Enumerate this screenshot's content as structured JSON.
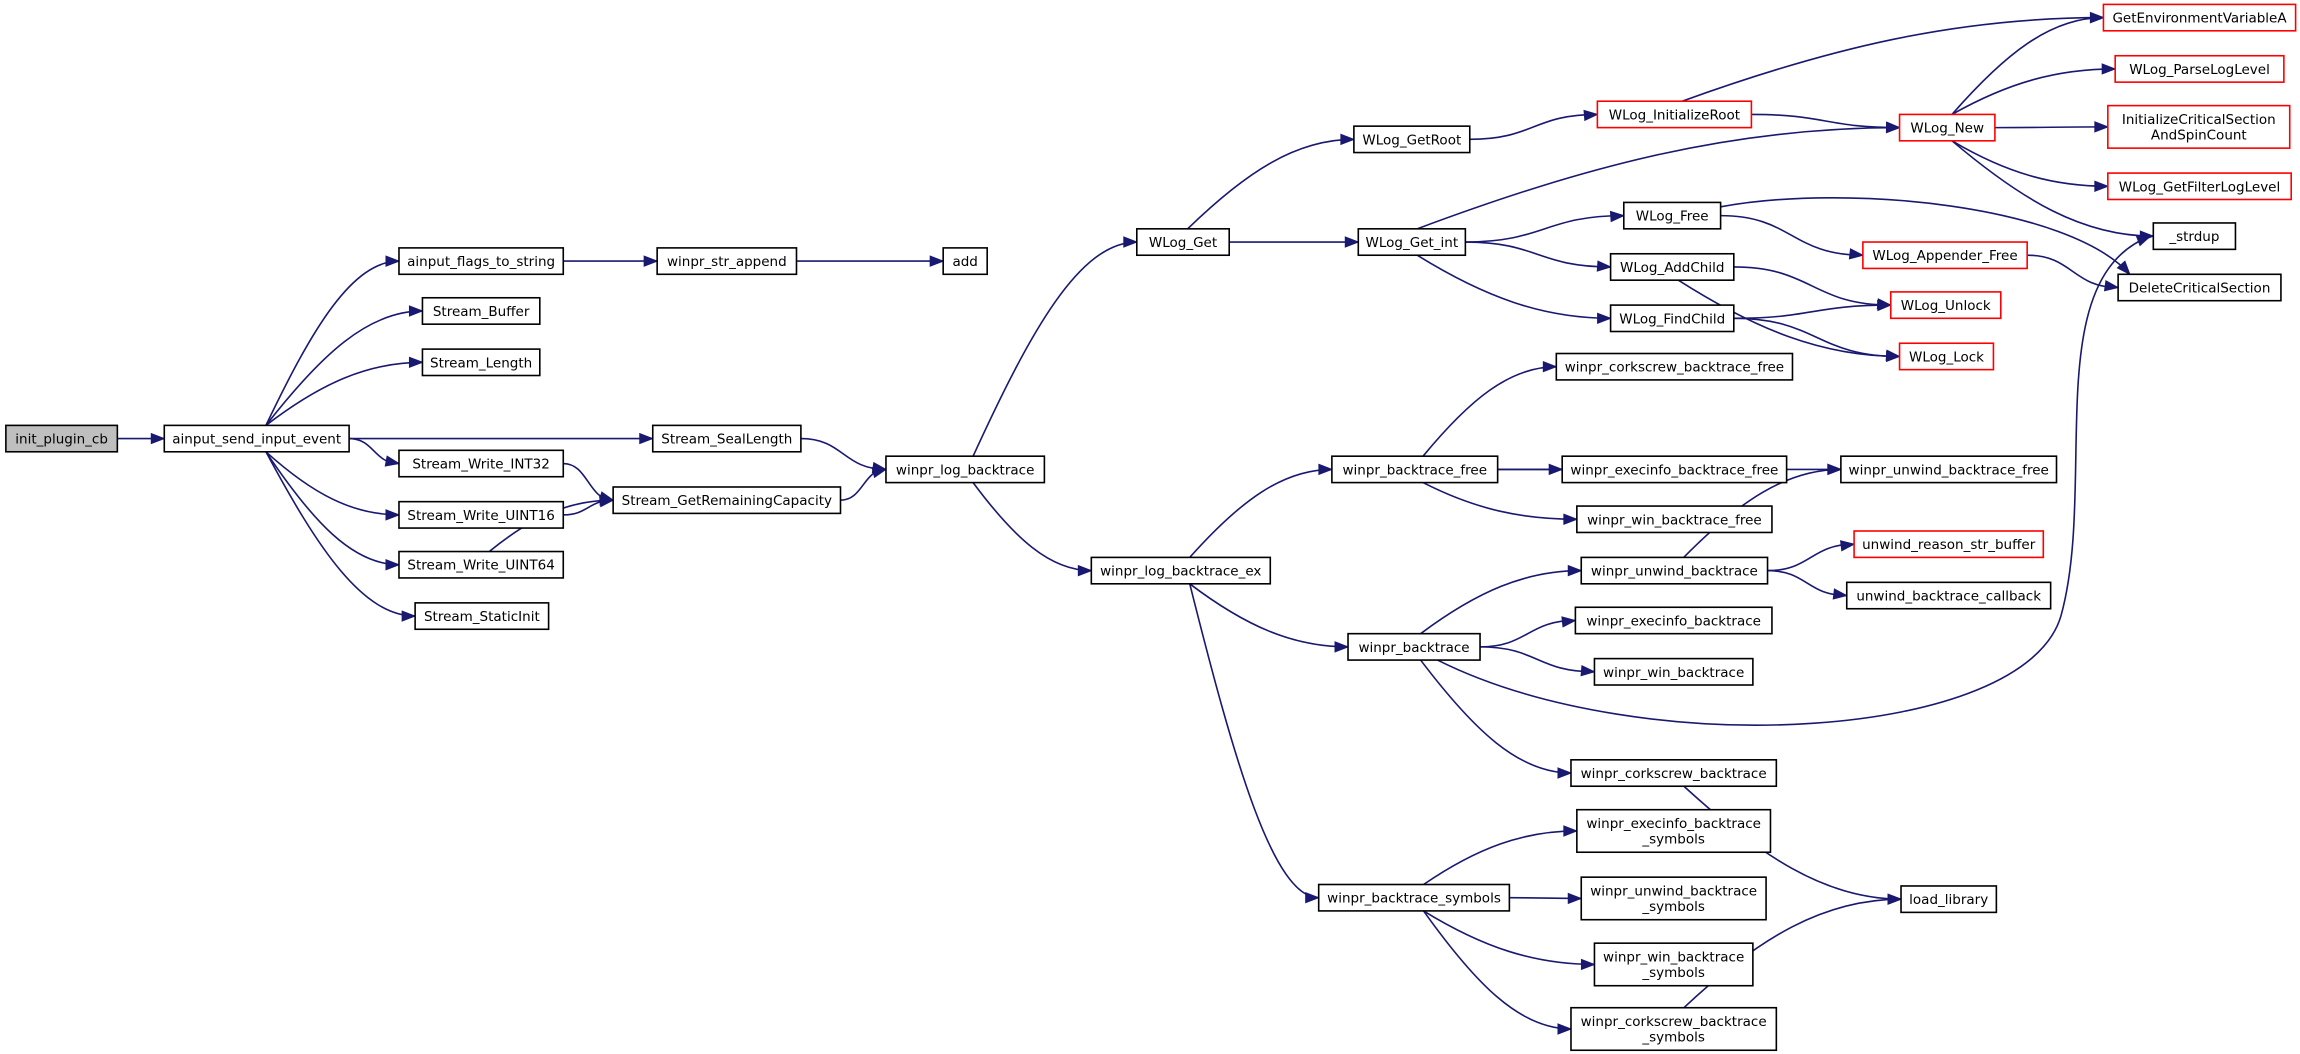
{
  "graph": {
    "edge_color": "#191970",
    "nodes": {
      "init_plugin_cb": {
        "lines": [
          "init_plugin_cb"
        ],
        "style": "root"
      },
      "ainput_send_input_event": {
        "lines": [
          "ainput_send_input_event"
        ]
      },
      "ainput_flags_to_string": {
        "lines": [
          "ainput_flags_to_string"
        ]
      },
      "Stream_Buffer": {
        "lines": [
          "Stream_Buffer"
        ]
      },
      "Stream_Length": {
        "lines": [
          "Stream_Length"
        ]
      },
      "Stream_SealLength": {
        "lines": [
          "Stream_SealLength"
        ]
      },
      "Stream_Write_INT32": {
        "lines": [
          "Stream_Write_INT32"
        ]
      },
      "Stream_Write_UINT16": {
        "lines": [
          "Stream_Write_UINT16"
        ]
      },
      "Stream_Write_UINT64": {
        "lines": [
          "Stream_Write_UINT64"
        ]
      },
      "Stream_StaticInit": {
        "lines": [
          "Stream_StaticInit"
        ]
      },
      "Stream_GetRemainingCapacity": {
        "lines": [
          "Stream_GetRemainingCapacity"
        ]
      },
      "winpr_str_append": {
        "lines": [
          "winpr_str_append"
        ]
      },
      "add": {
        "lines": [
          "add"
        ]
      },
      "winpr_log_backtrace": {
        "lines": [
          "winpr_log_backtrace"
        ]
      },
      "WLog_Get": {
        "lines": [
          "WLog_Get"
        ]
      },
      "winpr_log_backtrace_ex": {
        "lines": [
          "winpr_log_backtrace_ex"
        ]
      },
      "WLog_GetRoot": {
        "lines": [
          "WLog_GetRoot"
        ]
      },
      "WLog_Get_int": {
        "lines": [
          "WLog_Get_int"
        ]
      },
      "WLog_InitializeRoot": {
        "lines": [
          "WLog_InitializeRoot"
        ],
        "style": "red"
      },
      "WLog_New": {
        "lines": [
          "WLog_New"
        ],
        "style": "red"
      },
      "WLog_Free": {
        "lines": [
          "WLog_Free"
        ]
      },
      "WLog_AddChild": {
        "lines": [
          "WLog_AddChild"
        ]
      },
      "WLog_FindChild": {
        "lines": [
          "WLog_FindChild"
        ]
      },
      "WLog_Appender_Free": {
        "lines": [
          "WLog_Appender_Free"
        ],
        "style": "red"
      },
      "WLog_Unlock": {
        "lines": [
          "WLog_Unlock"
        ],
        "style": "red"
      },
      "WLog_Lock": {
        "lines": [
          "WLog_Lock"
        ],
        "style": "red"
      },
      "GetEnvironmentVariableA": {
        "lines": [
          "GetEnvironmentVariableA"
        ],
        "style": "red"
      },
      "WLog_ParseLogLevel": {
        "lines": [
          "WLog_ParseLogLevel"
        ],
        "style": "red"
      },
      "InitializeCriticalSectionAndSpinCount": {
        "lines": [
          "InitializeCriticalSection",
          "AndSpinCount"
        ],
        "style": "red"
      },
      "WLog_GetFilterLogLevel": {
        "lines": [
          "WLog_GetFilterLogLevel"
        ],
        "style": "red"
      },
      "_strdup": {
        "lines": [
          "_strdup"
        ]
      },
      "DeleteCriticalSection": {
        "lines": [
          "DeleteCriticalSection"
        ]
      },
      "winpr_backtrace_free": {
        "lines": [
          "winpr_backtrace_free"
        ]
      },
      "winpr_corkscrew_backtrace_free": {
        "lines": [
          "winpr_corkscrew_backtrace_free"
        ]
      },
      "winpr_execinfo_backtrace_free": {
        "lines": [
          "winpr_execinfo_backtrace_free"
        ]
      },
      "winpr_win_backtrace_free": {
        "lines": [
          "winpr_win_backtrace_free"
        ]
      },
      "winpr_unwind_backtrace_free": {
        "lines": [
          "winpr_unwind_backtrace_free"
        ]
      },
      "winpr_backtrace": {
        "lines": [
          "winpr_backtrace"
        ]
      },
      "winpr_unwind_backtrace": {
        "lines": [
          "winpr_unwind_backtrace"
        ]
      },
      "unwind_reason_str_buffer": {
        "lines": [
          "unwind_reason_str_buffer"
        ],
        "style": "red"
      },
      "unwind_backtrace_callback": {
        "lines": [
          "unwind_backtrace_callback"
        ]
      },
      "winpr_execinfo_backtrace": {
        "lines": [
          "winpr_execinfo_backtrace"
        ]
      },
      "winpr_win_backtrace": {
        "lines": [
          "winpr_win_backtrace"
        ]
      },
      "winpr_corkscrew_backtrace": {
        "lines": [
          "winpr_corkscrew_backtrace"
        ]
      },
      "load_library": {
        "lines": [
          "load_library"
        ]
      },
      "winpr_backtrace_symbols": {
        "lines": [
          "winpr_backtrace_symbols"
        ]
      },
      "winpr_execinfo_backtrace_symbols": {
        "lines": [
          "winpr_execinfo_backtrace",
          "_symbols"
        ]
      },
      "winpr_unwind_backtrace_symbols": {
        "lines": [
          "winpr_unwind_backtrace",
          "_symbols"
        ]
      },
      "winpr_win_backtrace_symbols": {
        "lines": [
          "winpr_win_backtrace",
          "_symbols"
        ]
      },
      "winpr_corkscrew_backtrace_symbols": {
        "lines": [
          "winpr_corkscrew_backtrace",
          "_symbols"
        ]
      }
    },
    "edges": [
      [
        "init_plugin_cb",
        "ainput_send_input_event"
      ],
      [
        "ainput_send_input_event",
        "ainput_flags_to_string"
      ],
      [
        "ainput_send_input_event",
        "Stream_Buffer"
      ],
      [
        "ainput_send_input_event",
        "Stream_Length"
      ],
      [
        "ainput_send_input_event",
        "Stream_SealLength"
      ],
      [
        "ainput_send_input_event",
        "Stream_Write_INT32"
      ],
      [
        "ainput_send_input_event",
        "Stream_Write_UINT16"
      ],
      [
        "ainput_send_input_event",
        "Stream_Write_UINT64"
      ],
      [
        "ainput_send_input_event",
        "Stream_StaticInit"
      ],
      [
        "ainput_flags_to_string",
        "winpr_str_append"
      ],
      [
        "winpr_str_append",
        "add"
      ],
      [
        "Stream_SealLength",
        "winpr_log_backtrace"
      ],
      [
        "Stream_Write_INT32",
        "Stream_GetRemainingCapacity"
      ],
      [
        "Stream_Write_UINT16",
        "Stream_GetRemainingCapacity"
      ],
      [
        "Stream_Write_UINT64",
        "Stream_GetRemainingCapacity"
      ],
      [
        "Stream_GetRemainingCapacity",
        "winpr_log_backtrace"
      ],
      [
        "winpr_log_backtrace",
        "WLog_Get"
      ],
      [
        "winpr_log_backtrace",
        "winpr_log_backtrace_ex"
      ],
      [
        "WLog_Get",
        "WLog_GetRoot"
      ],
      [
        "WLog_Get",
        "WLog_Get_int"
      ],
      [
        "WLog_GetRoot",
        "WLog_InitializeRoot"
      ],
      [
        "WLog_InitializeRoot",
        "GetEnvironmentVariableA"
      ],
      [
        "WLog_InitializeRoot",
        "WLog_New"
      ],
      [
        "WLog_Get_int",
        "WLog_New"
      ],
      [
        "WLog_Get_int",
        "WLog_Free"
      ],
      [
        "WLog_Get_int",
        "WLog_AddChild"
      ],
      [
        "WLog_Get_int",
        "WLog_FindChild"
      ],
      [
        "WLog_New",
        "GetEnvironmentVariableA"
      ],
      [
        "WLog_New",
        "WLog_ParseLogLevel"
      ],
      [
        "WLog_New",
        "InitializeCriticalSectionAndSpinCount"
      ],
      [
        "WLog_New",
        "WLog_GetFilterLogLevel"
      ],
      [
        "WLog_New",
        "_strdup"
      ],
      [
        "WLog_Free",
        "WLog_Appender_Free"
      ],
      [
        "WLog_Free",
        "DeleteCriticalSection"
      ],
      [
        "WLog_Appender_Free",
        "DeleteCriticalSection"
      ],
      [
        "WLog_AddChild",
        "WLog_Unlock"
      ],
      [
        "WLog_AddChild",
        "WLog_Lock"
      ],
      [
        "WLog_FindChild",
        "WLog_Unlock"
      ],
      [
        "WLog_FindChild",
        "WLog_Lock"
      ],
      [
        "winpr_log_backtrace_ex",
        "winpr_backtrace_free"
      ],
      [
        "winpr_log_backtrace_ex",
        "winpr_backtrace"
      ],
      [
        "winpr_log_backtrace_ex",
        "winpr_backtrace_symbols"
      ],
      [
        "winpr_backtrace_free",
        "winpr_corkscrew_backtrace_free"
      ],
      [
        "winpr_backtrace_free",
        "winpr_execinfo_backtrace_free"
      ],
      [
        "winpr_backtrace_free",
        "winpr_unwind_backtrace_free"
      ],
      [
        "winpr_backtrace_free",
        "winpr_win_backtrace_free"
      ],
      [
        "winpr_backtrace",
        "winpr_unwind_backtrace"
      ],
      [
        "winpr_backtrace",
        "winpr_execinfo_backtrace"
      ],
      [
        "winpr_backtrace",
        "winpr_win_backtrace"
      ],
      [
        "winpr_backtrace",
        "_strdup"
      ],
      [
        "winpr_backtrace",
        "winpr_corkscrew_backtrace"
      ],
      [
        "winpr_unwind_backtrace",
        "winpr_unwind_backtrace_free"
      ],
      [
        "winpr_unwind_backtrace",
        "unwind_reason_str_buffer"
      ],
      [
        "winpr_unwind_backtrace",
        "unwind_backtrace_callback"
      ],
      [
        "winpr_corkscrew_backtrace",
        "load_library"
      ],
      [
        "winpr_backtrace_symbols",
        "winpr_execinfo_backtrace_symbols"
      ],
      [
        "winpr_backtrace_symbols",
        "winpr_unwind_backtrace_symbols"
      ],
      [
        "winpr_backtrace_symbols",
        "winpr_win_backtrace_symbols"
      ],
      [
        "winpr_backtrace_symbols",
        "winpr_corkscrew_backtrace_symbols"
      ],
      [
        "winpr_corkscrew_backtrace_symbols",
        "load_library"
      ]
    ]
  }
}
